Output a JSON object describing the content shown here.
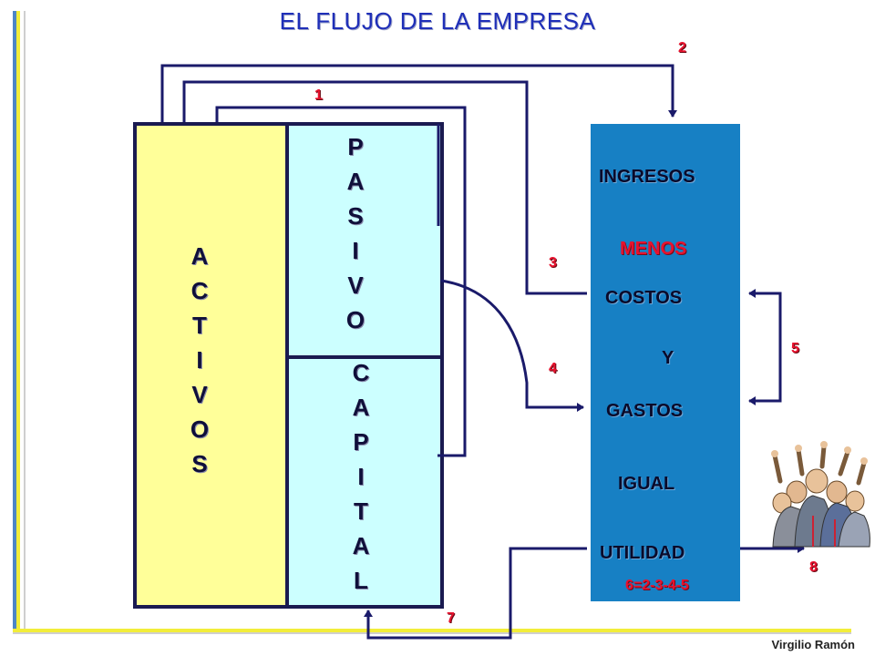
{
  "title": "EL FLUJO DE LA EMPRESA",
  "author": "Virgilio Ramón",
  "left_block": {
    "activos": [
      "A",
      "C",
      "T",
      "I",
      "V",
      "O",
      "S"
    ]
  },
  "middle_block": {
    "pasivo": [
      "P",
      "A",
      "S",
      "I",
      "V",
      "O"
    ],
    "capital": [
      "C",
      "A",
      "P",
      "I",
      "T",
      "A",
      "L"
    ]
  },
  "result_block": {
    "ingresos": "INGRESOS",
    "menos": "MENOS",
    "costos": "COSTOS",
    "y": "Y",
    "gastos": "GASTOS",
    "igual": "IGUAL",
    "utilidad": "UTILIDAD",
    "formula": "6=2-3-4-5"
  },
  "flow_numbers": [
    "1",
    "2",
    "3",
    "4",
    "5",
    "7",
    "8"
  ],
  "colors": {
    "activos_fill": "#ffff99",
    "pasivo_capital_fill": "#ccffff",
    "result_fill": "#1780c4",
    "title": "#1f2fb8",
    "numbers": "#e8122e",
    "arrows": "#1a1a6a"
  }
}
